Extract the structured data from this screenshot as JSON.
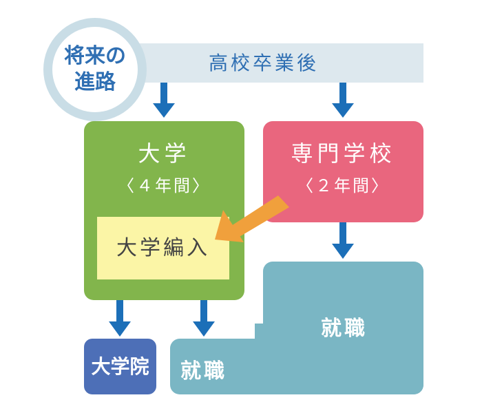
{
  "header": {
    "circle_line1": "将来の",
    "circle_line2": "進路",
    "band_label": "高校卒業後"
  },
  "university": {
    "title": "大学",
    "duration": "〈４年間〉",
    "transfer_label": "大学編入"
  },
  "vocational_school": {
    "title": "専門学校",
    "duration": "〈２年間〉"
  },
  "graduate_school": {
    "label": "大学院"
  },
  "employment": {
    "label_upper": "就職",
    "label_lower": "就職"
  },
  "colors": {
    "band": "#dde8ee",
    "circle_ring": "#c9dde6",
    "text_blue": "#2f6fb3",
    "university": "#82b54c",
    "transfer": "#fbf5a6",
    "vocational": "#e9667e",
    "graduate": "#4d6fb7",
    "employment": "#7ab6c4",
    "arrow_blue": "#1c6fb8",
    "arrow_orange": "#f0a03c"
  }
}
